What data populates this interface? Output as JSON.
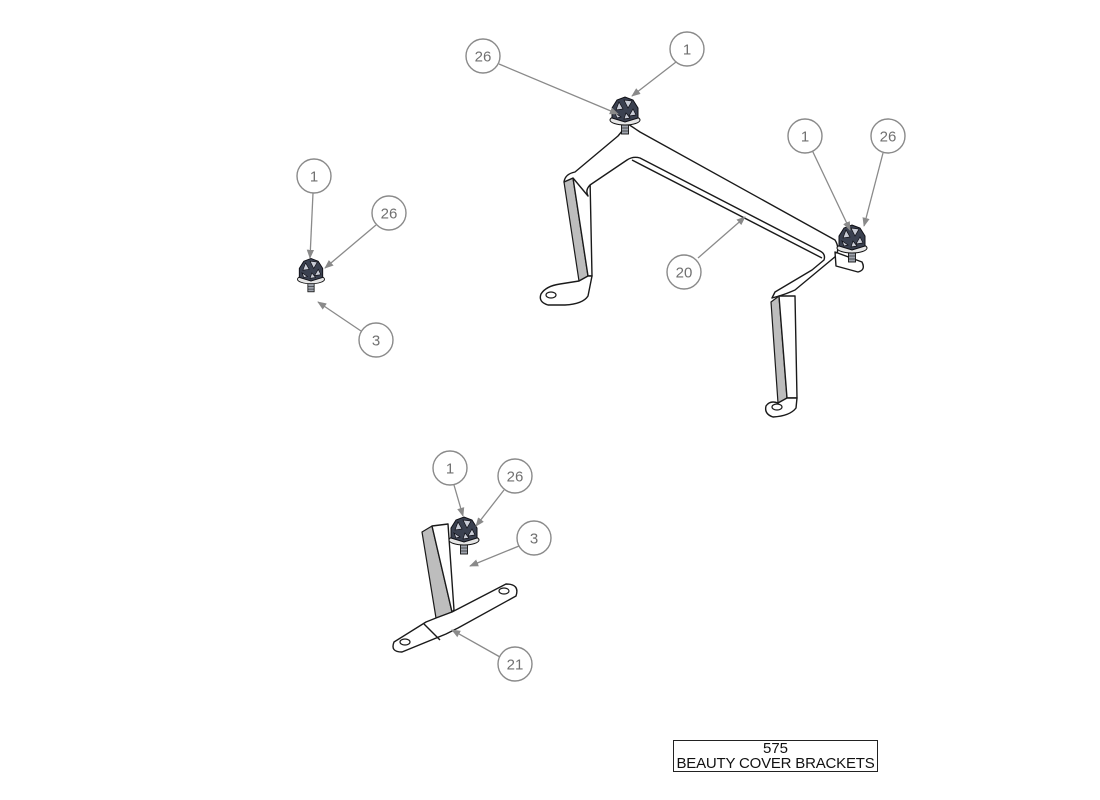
{
  "title_block": {
    "number": "575",
    "name": "BEAUTY COVER BRACKETS"
  },
  "balloons": [
    {
      "label": "26"
    },
    {
      "label": "1"
    },
    {
      "label": "1"
    },
    {
      "label": "26"
    },
    {
      "label": "20"
    },
    {
      "label": "1"
    },
    {
      "label": "26"
    },
    {
      "label": "3"
    },
    {
      "label": "1"
    },
    {
      "label": "26"
    },
    {
      "label": "3"
    },
    {
      "label": "21"
    }
  ]
}
